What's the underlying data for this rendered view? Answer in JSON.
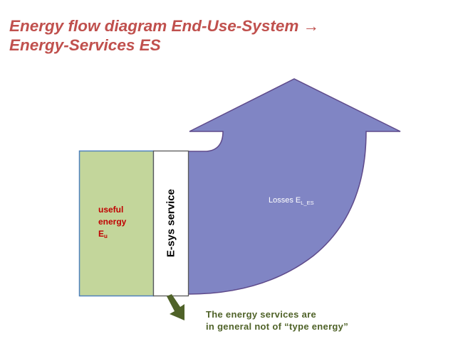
{
  "title": {
    "line1": "Energy flow diagram End-Use-System →",
    "line2": "Energy-Services ES"
  },
  "boxes": {
    "useful_energy": {
      "line1": "useful",
      "line2": "energy",
      "symbol": "E",
      "subscript": "u",
      "fill": "#c3d69b",
      "border": "#4f81bd"
    },
    "service": {
      "label": "E-sys service",
      "fill": "#ffffff",
      "border": "#595959"
    }
  },
  "losses_arrow": {
    "label": "Losses E",
    "subscript": "L_ES",
    "fill": "#8085c4",
    "border": "#5f4b8b"
  },
  "note": {
    "line1": "The energy services are",
    "line2": "in general not of “type energy”",
    "color": "#4f6228"
  }
}
